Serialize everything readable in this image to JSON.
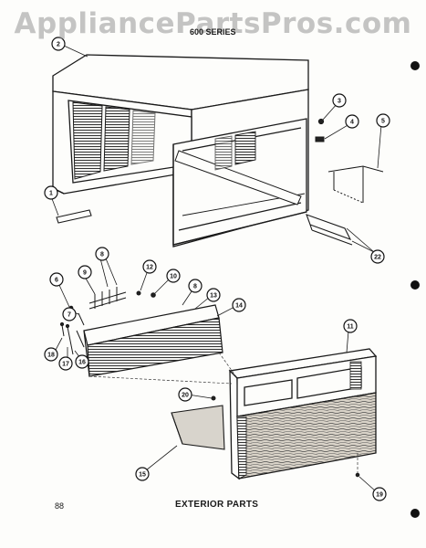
{
  "watermark": "AppliancePartsPros.com",
  "header_series": "600 SERIES",
  "page_number": "88",
  "caption": "EXTERIOR PARTS",
  "callouts": [
    {
      "label": "1"
    },
    {
      "label": "2"
    },
    {
      "label": "3"
    },
    {
      "label": "4"
    },
    {
      "label": "5"
    },
    {
      "label": "6"
    },
    {
      "label": "7"
    },
    {
      "label": "8"
    },
    {
      "label": "9"
    },
    {
      "label": "10"
    },
    {
      "label": "11"
    },
    {
      "label": "12"
    },
    {
      "label": "13"
    },
    {
      "label": "14"
    },
    {
      "label": "15"
    },
    {
      "label": "16"
    },
    {
      "label": "17"
    },
    {
      "label": "18"
    },
    {
      "label": "19"
    },
    {
      "label": "20"
    },
    {
      "label": "22"
    }
  ],
  "colors": {
    "ink": "#1a1a1a",
    "paper": "#fdfdfb",
    "watermark": "#969696"
  }
}
